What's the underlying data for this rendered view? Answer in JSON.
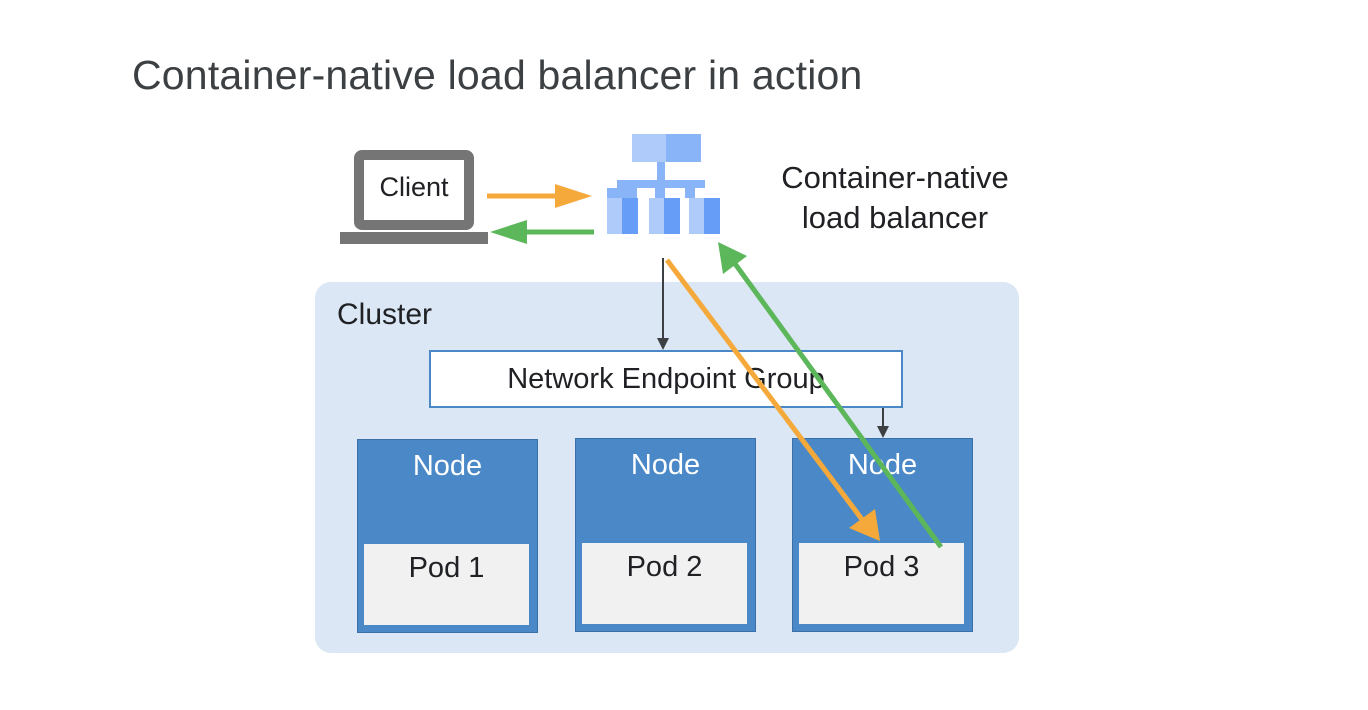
{
  "title": "Container-native load balancer in action",
  "client": {
    "label": "Client",
    "icon": "laptop-icon"
  },
  "load_balancer": {
    "label_line1": "Container-native",
    "label_line2": "load balancer",
    "icon": "load-balancer-icon"
  },
  "cluster": {
    "label": "Cluster",
    "neg_label": "Network Endpoint Group",
    "nodes": [
      {
        "label": "Node",
        "pod": "Pod 1"
      },
      {
        "label": "Node",
        "pod": "Pod 2"
      },
      {
        "label": "Node",
        "pod": "Pod 3"
      }
    ]
  },
  "colors": {
    "request_arrow": "#f4a93a",
    "response_arrow": "#5cb65a",
    "control_arrow": "#3c4043",
    "node_fill": "#4a88c7",
    "cluster_fill": "#dbe7f4"
  }
}
